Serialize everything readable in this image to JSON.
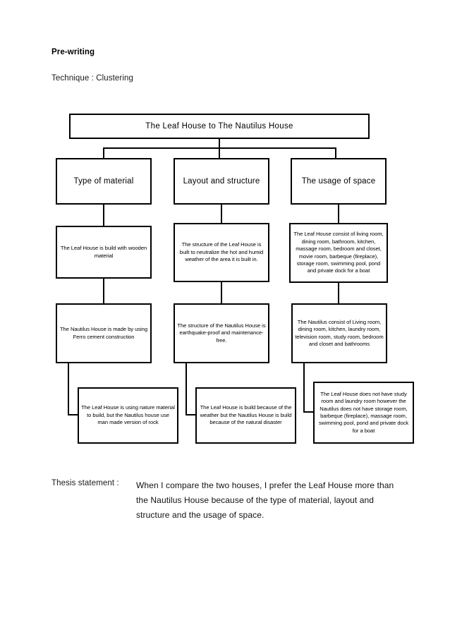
{
  "page": {
    "heading": "Pre-writing",
    "technique_line": "Technique  : Clustering"
  },
  "diagram": {
    "type": "clustering-tree",
    "root": "The Leaf House to The Nautilus House",
    "categories": [
      "Type of material",
      "Layout and structure",
      "The usage of space"
    ],
    "leaf_house_row": [
      "The Leaf House is build with wooden material",
      "The structure of the Leaf House is built to neutralize the hot and  humid weather of the area it is   built in.",
      "The Leaf House consist of living room, dining room, bathroom, kitchen, massage room, bedroom and closet, movie room, barbeque (fireplace), storage room, swimming pool, pond and private dock for a boat"
    ],
    "nautilus_house_row": [
      "The Nautilus House is made by using Ferro cement construction",
      "The structure of the Nautilus House is earthquake-proof and maintenance-free.",
      "The Nautilus consist of Living room, dining room, kitchen, laundry room, television room, study room, bedroom and closet and bathrooms"
    ],
    "conclusion_row": [
      "The Leaf House is using nature material to build, but the Nautilus house use man made version of rock",
      "The Leaf House is build because of the weather but the Nautilus House is build because of the natural disaster",
      "The Leaf House does not have study room and laundry room however the Nautilus does not have storage room, barbeque (fireplace), massage room, swimming pool, pond and private dock for a boat"
    ]
  },
  "thesis": {
    "label": "Thesis statement  :",
    "text": "When I compare the two houses, I prefer the Leaf House more than the Nautilus  House because of the type of material, layout and structure  and the usage of space."
  },
  "colors": {
    "page_background": "#ffffff",
    "box_border": "#000000",
    "text": "#000000"
  }
}
